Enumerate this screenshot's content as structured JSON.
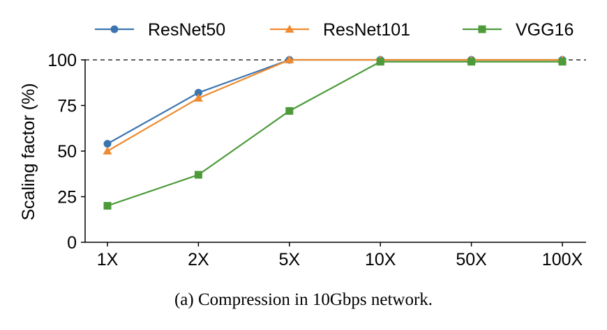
{
  "chart_data": {
    "type": "line",
    "categories": [
      "1X",
      "2X",
      "5X",
      "10X",
      "50X",
      "100X"
    ],
    "series": [
      {
        "name": "ResNet50",
        "values": [
          54,
          82,
          100,
          100,
          100,
          100
        ],
        "color": "#3a75b0",
        "marker": "circle"
      },
      {
        "name": "ResNet101",
        "values": [
          50,
          79,
          100,
          100,
          100,
          100
        ],
        "color": "#ef8a2f",
        "marker": "triangle"
      },
      {
        "name": "VGG16",
        "values": [
          20,
          37,
          72,
          99,
          99,
          99
        ],
        "color": "#4c9a3a",
        "marker": "square"
      }
    ],
    "ylabel": "Scaling factor (%)",
    "xlabel": "",
    "ylim": [
      0,
      100
    ],
    "yticks": [
      0,
      25,
      50,
      75,
      100
    ],
    "reference_line": {
      "y": 100,
      "style": "dashed",
      "color": "#000000"
    },
    "grid": false,
    "legend_position": "top"
  },
  "caption": "(a)  Compression in 10Gbps network."
}
